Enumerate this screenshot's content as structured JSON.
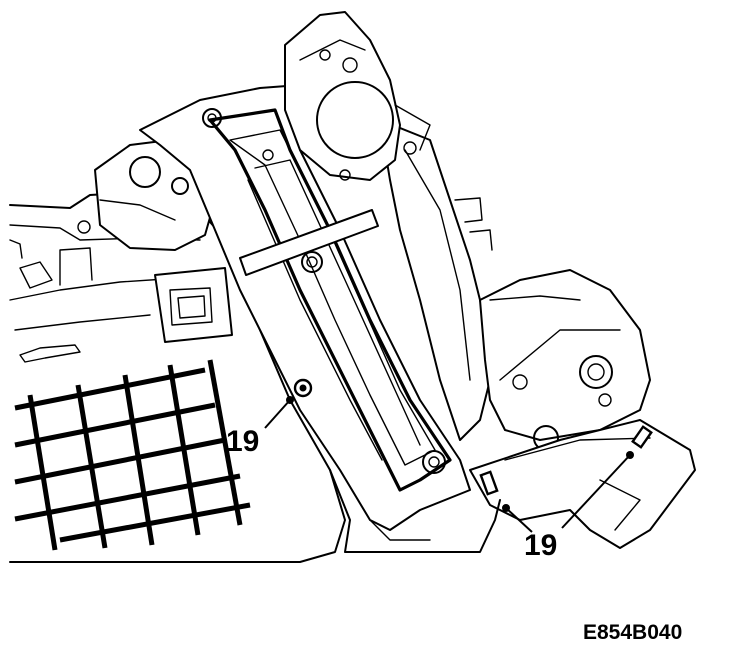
{
  "callouts": [
    {
      "label": "19"
    },
    {
      "label": "19"
    }
  ],
  "figure_code": "E854B040"
}
